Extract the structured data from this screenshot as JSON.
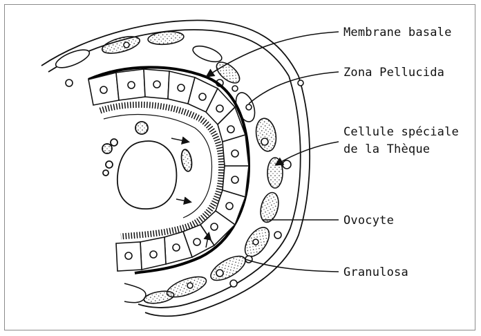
{
  "diagram": {
    "labels": {
      "membrane_basale": "Membrane basale",
      "zona_pellucida": "Zona Pellucida",
      "cellule_speciale_line1": "Cellule spéciale",
      "cellule_speciale_line2": "de la Thèque",
      "ovocyte": "Ovocyte",
      "granulosa": "Granulosa"
    }
  }
}
